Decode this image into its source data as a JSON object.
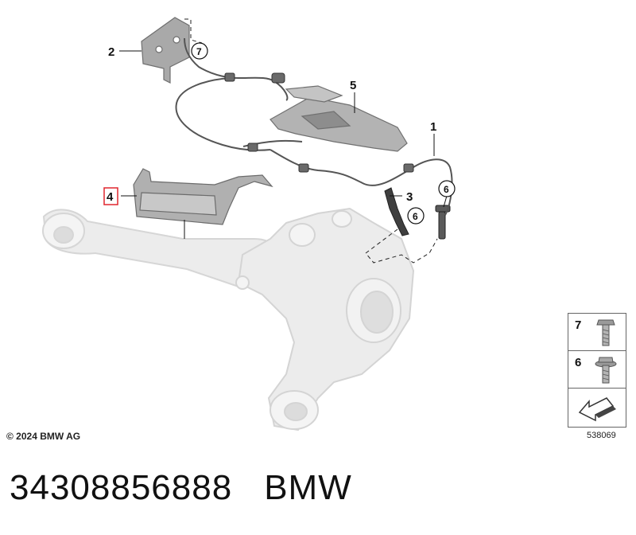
{
  "callouts": {
    "c1": "1",
    "c2": "2",
    "c3": "3",
    "c4": "4",
    "c5": "5",
    "c6a": "6",
    "c6b": "6",
    "c7": "7"
  },
  "legend": {
    "item_a": "7",
    "item_b": "6"
  },
  "copyright": "© 2024 BMW AG",
  "diagram_id": "538069",
  "footer": {
    "part_number": "34308856888",
    "brand": "BMW"
  },
  "colors": {
    "highlight": "#e0262f",
    "ghost_parts": "#e6e6e6",
    "part_gray": "#9a9a9a"
  }
}
